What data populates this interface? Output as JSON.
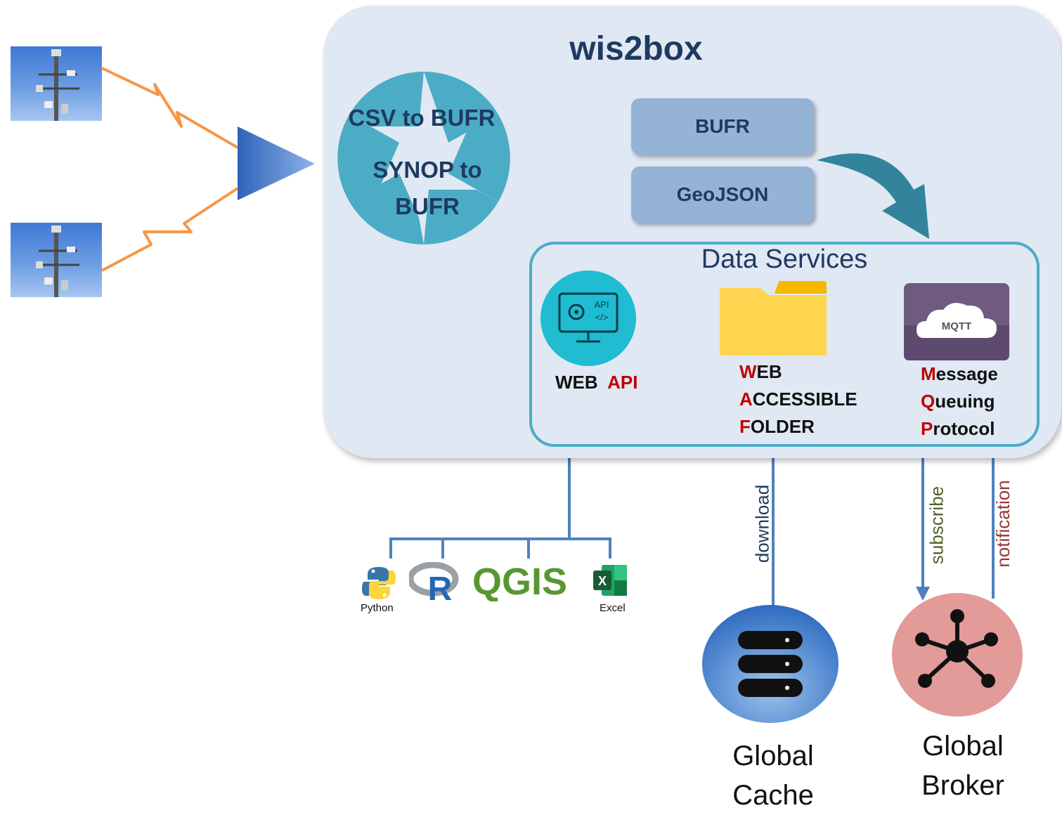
{
  "wis2box": {
    "title": "wis2box",
    "converters": {
      "csv_to_bufr": "CSV to BUFR",
      "synop_to_bufr_line1": "SYNOP to",
      "synop_to_bufr_line2": "BUFR"
    },
    "formats": [
      "BUFR",
      "GeoJSON"
    ]
  },
  "data_services": {
    "title": "Data Services",
    "web_api": {
      "icon_text": "API",
      "icon_code": "</>",
      "label_part1": "WEB",
      "label_part2": "API"
    },
    "waf": {
      "line1_initial": "W",
      "line1_rest": "EB",
      "line2_initial": "A",
      "line2_rest": "CCESSIBLE",
      "line3_initial": "F",
      "line3_rest": "OLDER"
    },
    "mqtt": {
      "icon_text": "MQTT",
      "line1_initial": "M",
      "line1_rest": "essage",
      "line2_initial": "Q",
      "line2_rest": "ueuing",
      "line3_initial": "P",
      "line3_rest": "rotocol"
    }
  },
  "tools": {
    "python_label": "Python",
    "r_label": "R",
    "qgis_label": "QGIS",
    "excel_icon": "X",
    "excel_label": "Excel"
  },
  "flows": {
    "download": "download",
    "subscribe": "subscribe",
    "notification": "notification"
  },
  "global_cache": {
    "line1": "Global",
    "line2": "Cache"
  },
  "global_broker": {
    "line1": "Global",
    "line2": "Broker"
  },
  "colors": {
    "panel_bg": "#dfe8f3",
    "title_text": "#1f3a5f",
    "accent_red": "#c00000",
    "ds_border": "#4bacc6",
    "arrow_blue": "#4f81bd",
    "radio_orange": "#f79646"
  }
}
